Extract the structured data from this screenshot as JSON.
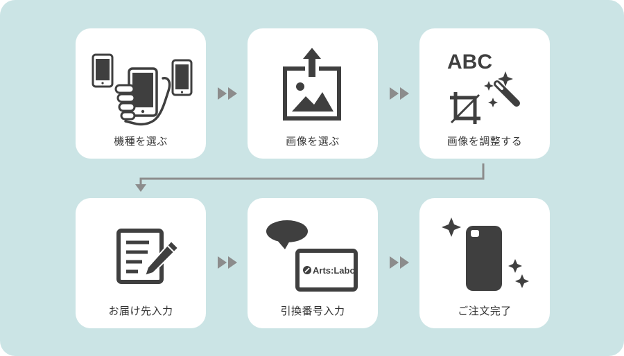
{
  "colors": {
    "panel_bg": "#cbe4e5",
    "card_bg": "#ffffff",
    "icon": "#3f3f3f",
    "arrow": "#8c8c8c"
  },
  "steps": [
    {
      "label": "機種を選ぶ",
      "icon": "phones-in-hand-icon"
    },
    {
      "label": "画像を選ぶ",
      "icon": "image-upload-icon"
    },
    {
      "label": "画像を調整する",
      "icon": "text-crop-magic-icon"
    },
    {
      "label": "お届け先入力",
      "icon": "form-pencil-icon"
    },
    {
      "label": "引換番号入力",
      "icon": "coupon-speech-icon"
    },
    {
      "label": "ご注文完了",
      "icon": "sparkling-case-icon"
    }
  ],
  "icon_text": {
    "abc": "ABC",
    "brand": "Arts:Labo"
  }
}
